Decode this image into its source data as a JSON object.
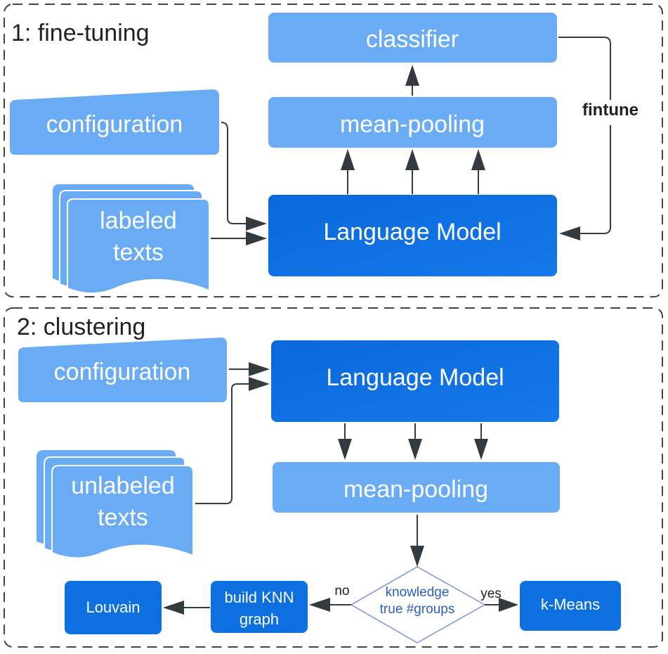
{
  "colors": {
    "light_node": "#6aabf5",
    "dark_node": "#0d6fe0",
    "edge": "#333a40",
    "diamond_stroke": "#7c94d8",
    "diamond_text": "#2a5fc0",
    "frame": "#444444"
  },
  "panels": [
    {
      "title": "1: fine-tuning",
      "nodes": {
        "classifier": "classifier",
        "mean_pooling": "mean-pooling",
        "configuration": "configuration",
        "texts_line1": "labeled",
        "texts_line2": "texts",
        "language_model": "Language Model"
      },
      "edge_labels": {
        "feedback": "fintune"
      }
    },
    {
      "title": "2: clustering",
      "nodes": {
        "configuration": "configuration",
        "texts_line1": "unlabeled",
        "texts_line2": "texts",
        "language_model": "Language Model",
        "mean_pooling": "mean-pooling",
        "decision_line1": "knowledge",
        "decision_line2": "true #groups",
        "kmeans": "k-Means",
        "knn_line1": "build KNN",
        "knn_line2": "graph",
        "louvain": "Louvain"
      },
      "edge_labels": {
        "yes": "yes",
        "no": "no"
      }
    }
  ]
}
